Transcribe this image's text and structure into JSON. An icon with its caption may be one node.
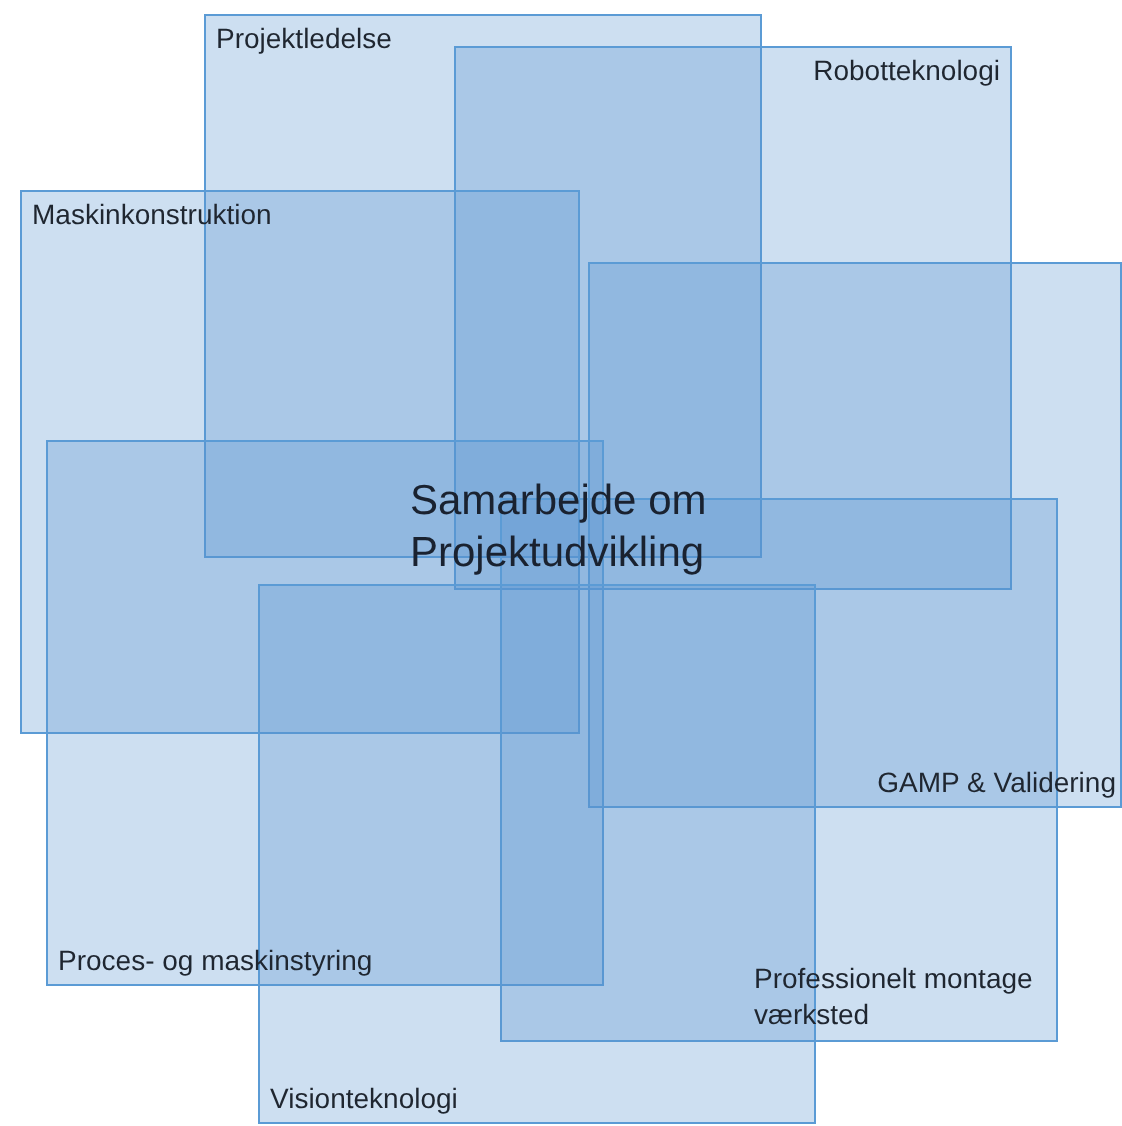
{
  "diagram": {
    "nodes": [
      {
        "text": [
          "Projektledelse"
        ]
      },
      {
        "text": [
          "Robotteknologi"
        ]
      },
      {
        "text": [
          "Maskinkonstruktion"
        ]
      },
      {
        "text": [
          "GAMP & Validering"
        ]
      },
      {
        "text": [
          "Proces- og maskinstyring"
        ]
      },
      {
        "text": [
          "Professionelt montage værksted"
        ]
      },
      {
        "text": [
          "Visionteknologi"
        ]
      }
    ],
    "edges": [],
    "labels": [
      "Samarbejde om Projektudvikling"
    ]
  }
}
